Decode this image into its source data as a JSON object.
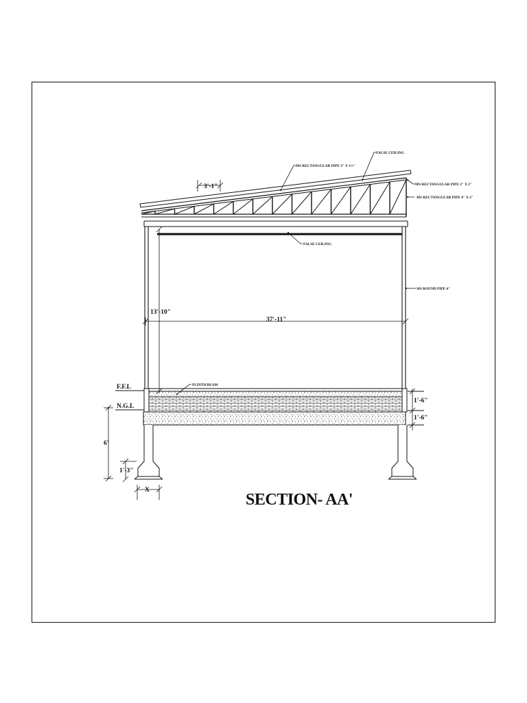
{
  "drawing": {
    "title": "SECTION- AA'",
    "annotations": {
      "false_ceiling_top": "FALSE CEILING",
      "ms_rect_pipe_3x1_5": "MS RECTANGULAR PIPE 3\" X 1½\"",
      "ms_rect_pipe_2x2": "MS RECTANGULAR PIPE 2\" X 2\"",
      "ms_rect_pipe_4x2": "MS RECTANGULAR PIPE 4\" X 2\"",
      "false_ceiling_mid": "FALSE CEILING",
      "ms_round_pipe_4": "MS ROUND PIPE 4\"",
      "plinth_beam": "PLINTH BEAM"
    },
    "levels": {
      "ffl": "F.F.L",
      "ngl": "N.G.L"
    },
    "dimensions": {
      "truss_panel": "3'-1\"",
      "height": "13'-10\"",
      "span": "37'-11\"",
      "plinth_height": "1'-6\"",
      "pcc_depth": "1'-6\"",
      "foundation_depth": "6'",
      "footing_height": "1'-3\"",
      "footing_width": "X"
    },
    "colors": {
      "line": "#111111",
      "background": "#ffffff"
    }
  }
}
